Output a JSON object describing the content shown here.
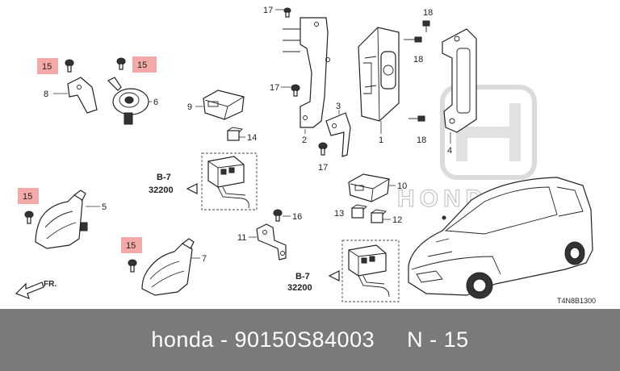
{
  "diagram": {
    "code": "T4N8B1300",
    "watermark": "HONDA",
    "highlight_color": "#f4a9a9",
    "callouts": {
      "c17_top": "17",
      "c18_a": "18",
      "c18_b": "18",
      "c18_c": "18",
      "c15_a": "15",
      "c15_b": "15",
      "c15_c": "15",
      "c15_d": "15",
      "c8": "8",
      "c6": "6",
      "c9": "9",
      "c17_mid": "17",
      "c3": "3",
      "c14": "14",
      "c2": "2",
      "c1": "1",
      "c4": "4",
      "c17_low": "17",
      "c10": "10",
      "c5": "5",
      "c16": "16",
      "c13": "13",
      "c12": "12",
      "c11": "11",
      "c7": "7"
    },
    "refs": [
      {
        "section": "B-7",
        "number": "32200"
      },
      {
        "section": "B-7",
        "number": "32200"
      }
    ],
    "front_label": "FR."
  },
  "footer": {
    "brand": "honda",
    "sep1": " - ",
    "part_number": "90150S84003",
    "sep2": "     ",
    "position": "N - 15",
    "background": "#7a7a7a"
  }
}
